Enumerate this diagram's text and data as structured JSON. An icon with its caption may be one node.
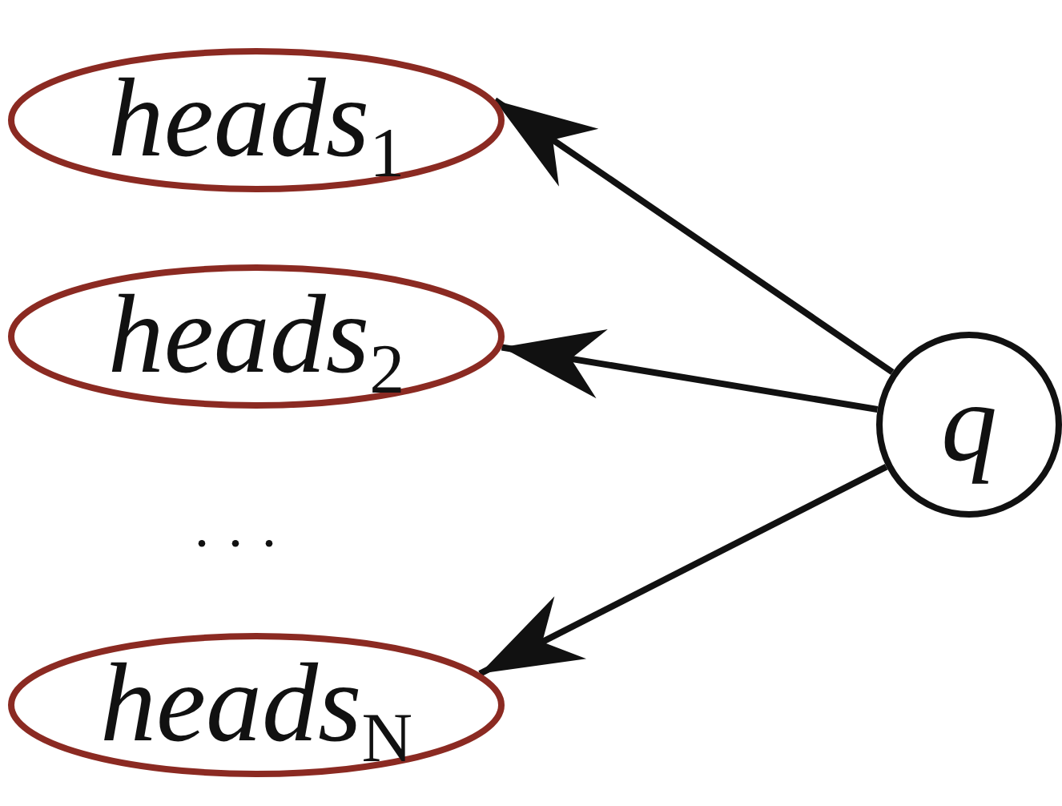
{
  "diagram": {
    "nodes": [
      {
        "text": [
          "*heads*$_{1}$"
        ]
      },
      {
        "text": [
          "*heads*$_{2}$"
        ]
      },
      {
        "text": [
          "*heads*$_{N}$"
        ]
      },
      {
        "text": [
          "*q*"
        ]
      }
    ],
    "edges": [
      {
        "from": 3,
        "to": 0,
        "arrow": "to"
      },
      {
        "from": 3,
        "to": 1,
        "arrow": "to"
      },
      {
        "from": 3,
        "to": 2,
        "arrow": "to"
      }
    ],
    "labels": [
      "· · ·"
    ]
  }
}
